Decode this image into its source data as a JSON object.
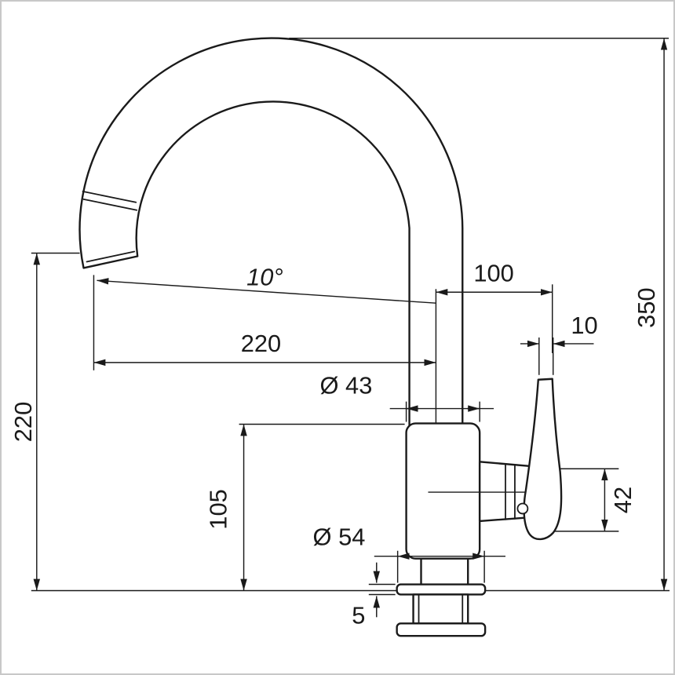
{
  "colors": {
    "line": "#1a1a1a",
    "background": "#ffffff",
    "frame": "#c8c8c8"
  },
  "drawing": {
    "subject": "Single-lever kitchen mixer tap - side elevation dimension drawing",
    "units": "mm",
    "labels": {
      "total_height": "350",
      "outlet_height": "220",
      "spout_reach": "220",
      "spout_offset": "100",
      "handle_width": "10",
      "spout_angle": "10°",
      "body_diameter": "Ø 43",
      "base_diameter": "Ø 54",
      "body_height": "105",
      "handle_height": "42",
      "base_plate_thickness": "5"
    }
  }
}
